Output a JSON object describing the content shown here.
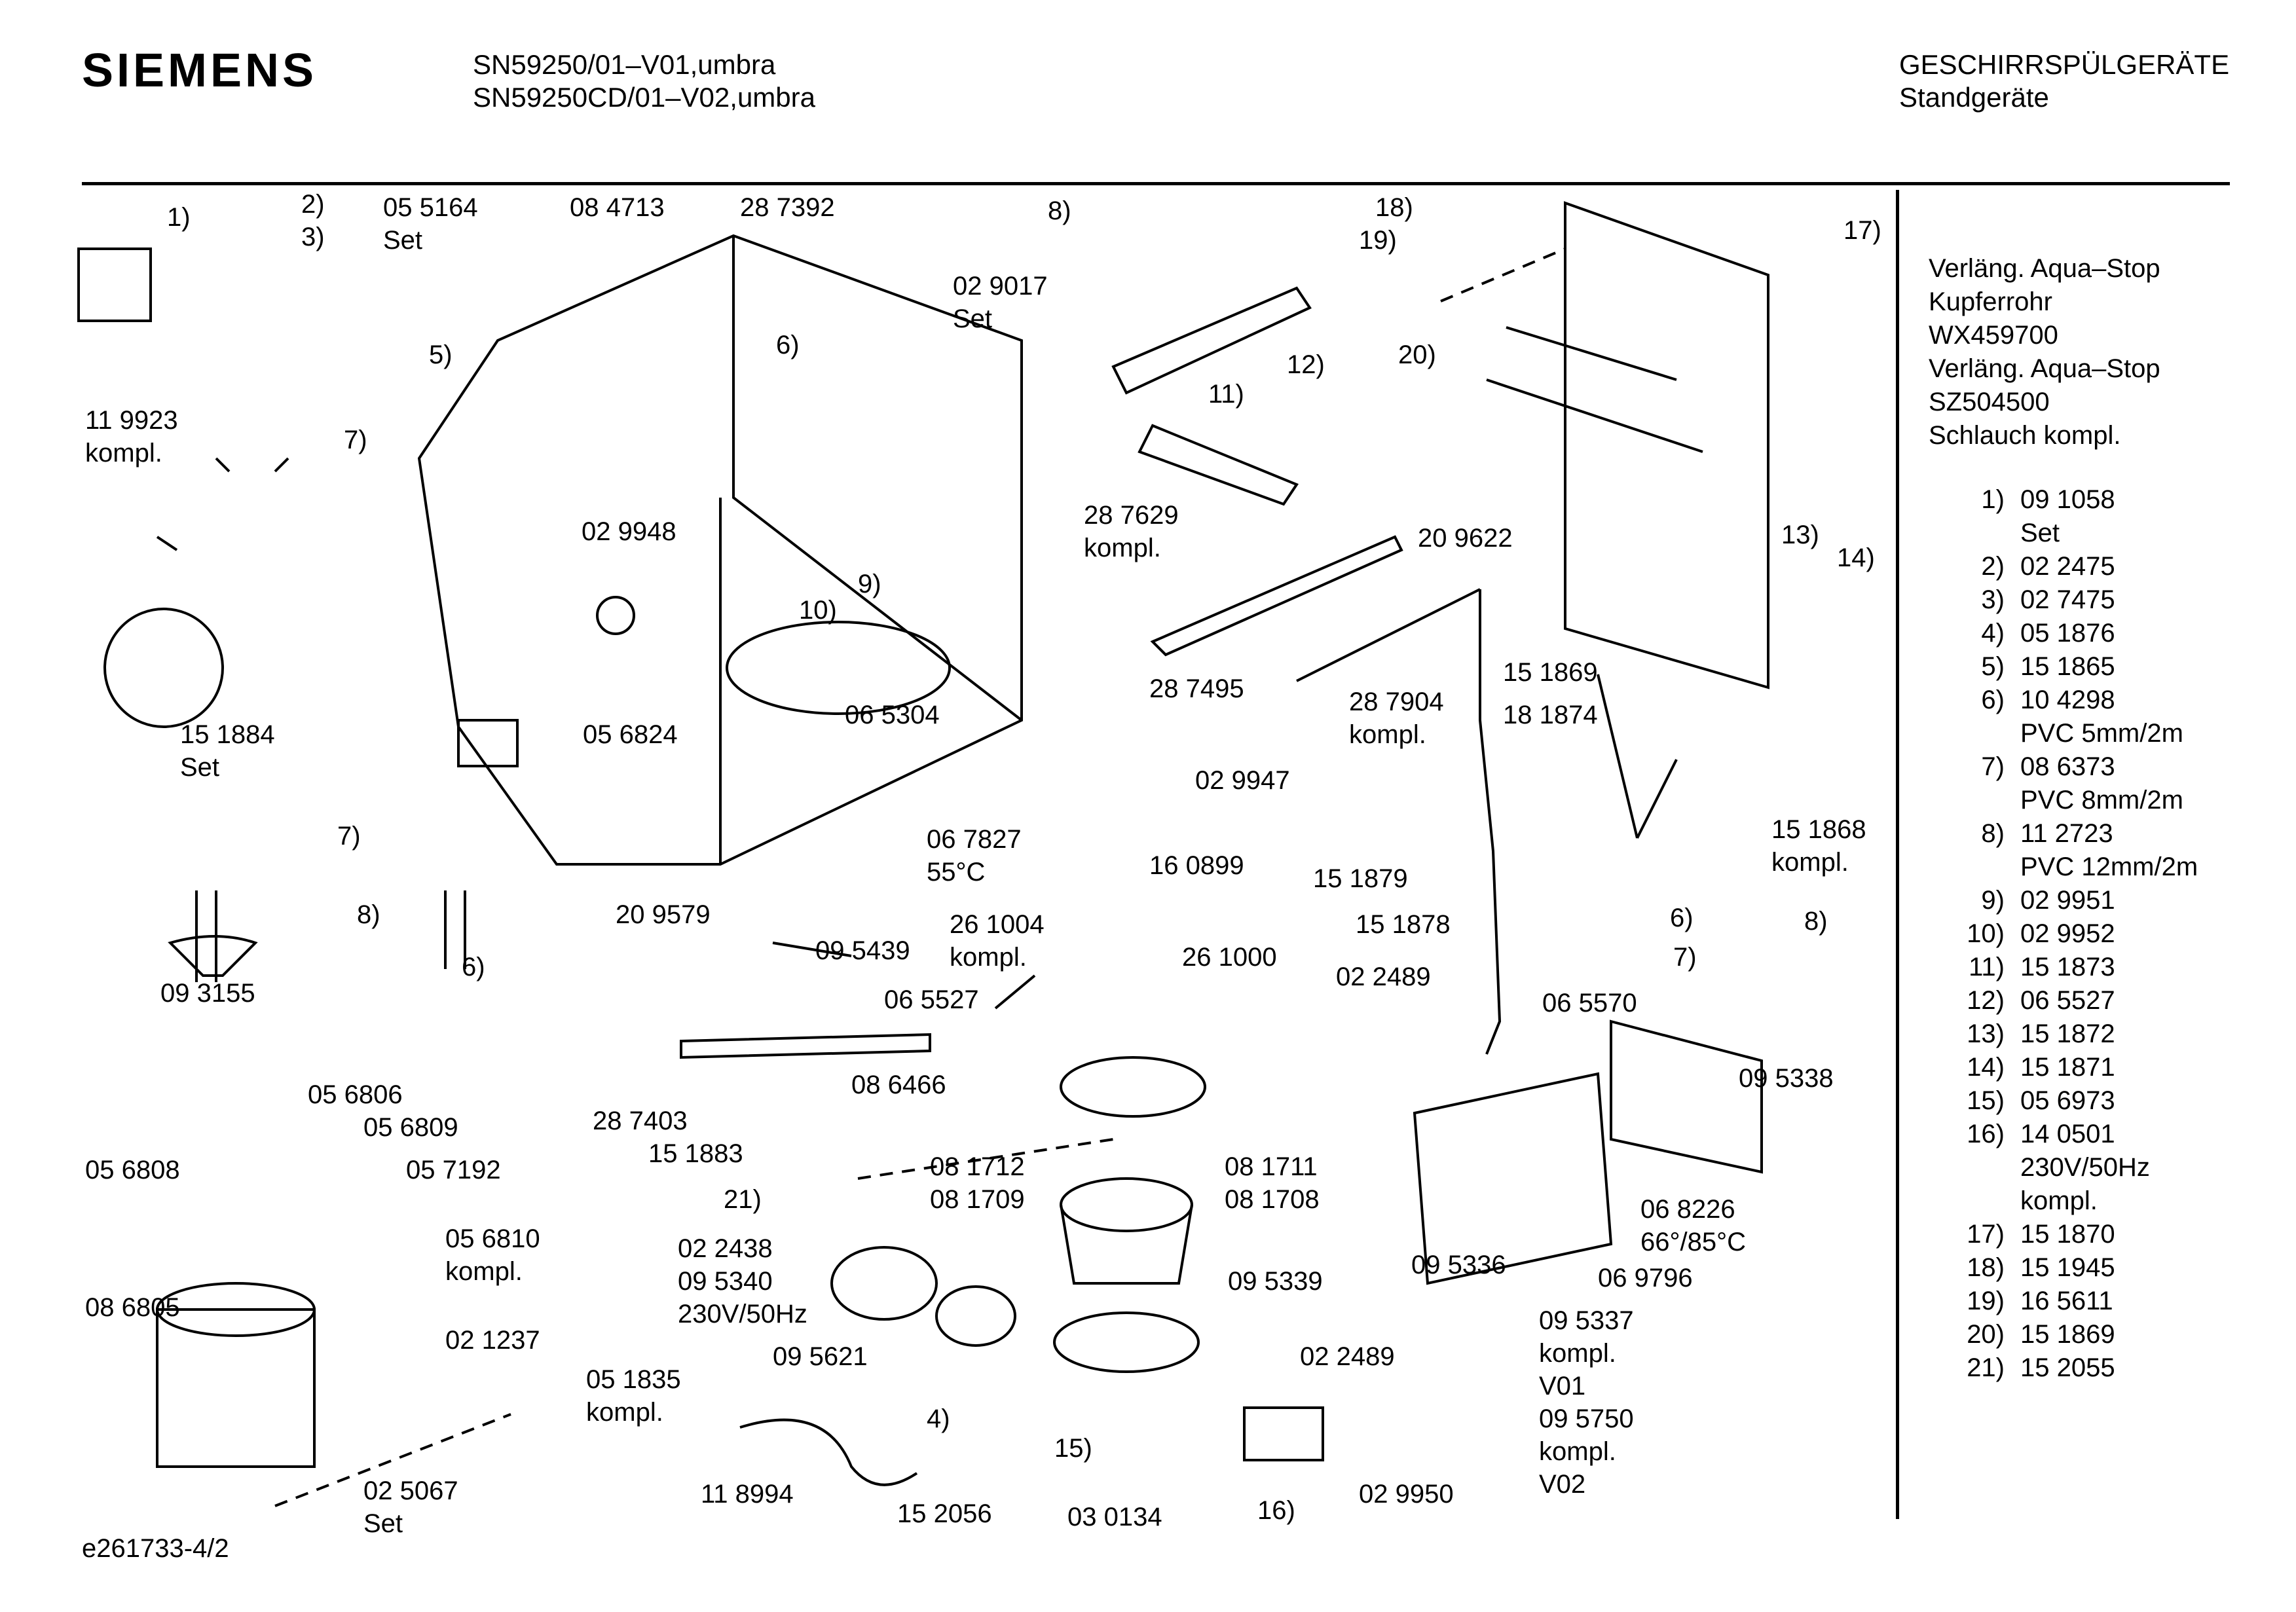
{
  "header": {
    "brand": "SIEMENS",
    "models": [
      "SN59250/01–V01,umbra",
      "SN59250CD/01–V02,umbra"
    ],
    "category": "GESCHIRRSPÜLGERÄTE",
    "subcategory": "Standgeräte"
  },
  "legend": {
    "notes": [
      "Verläng. Aqua–Stop",
      "Kupferrohr",
      "WX459700",
      "Verläng. Aqua–Stop",
      "SZ504500",
      "Schlauch kompl."
    ],
    "items": [
      {
        "n": "1)",
        "lines": [
          "09 1058",
          "Set"
        ]
      },
      {
        "n": "2)",
        "lines": [
          "02 2475"
        ]
      },
      {
        "n": "3)",
        "lines": [
          "02 7475"
        ]
      },
      {
        "n": "4)",
        "lines": [
          "05 1876"
        ]
      },
      {
        "n": "5)",
        "lines": [
          "15 1865"
        ]
      },
      {
        "n": "6)",
        "lines": [
          "10 4298",
          "PVC 5mm/2m"
        ]
      },
      {
        "n": "7)",
        "lines": [
          "08 6373",
          "PVC 8mm/2m"
        ]
      },
      {
        "n": "8)",
        "lines": [
          "11 2723",
          "PVC 12mm/2m"
        ]
      },
      {
        "n": "9)",
        "lines": [
          "02 9951"
        ]
      },
      {
        "n": "10)",
        "lines": [
          "02 9952"
        ]
      },
      {
        "n": "11)",
        "lines": [
          "15 1873"
        ]
      },
      {
        "n": "12)",
        "lines": [
          "06 5527"
        ]
      },
      {
        "n": "13)",
        "lines": [
          "15 1872"
        ]
      },
      {
        "n": "14)",
        "lines": [
          "15 1871"
        ]
      },
      {
        "n": "15)",
        "lines": [
          "05 6973"
        ]
      },
      {
        "n": "16)",
        "lines": [
          "14 0501",
          "230V/50Hz",
          "kompl."
        ]
      },
      {
        "n": "17)",
        "lines": [
          "15 1870"
        ]
      },
      {
        "n": "18)",
        "lines": [
          "15 1945"
        ]
      },
      {
        "n": "19)",
        "lines": [
          "16 5611"
        ]
      },
      {
        "n": "20)",
        "lines": [
          "15 1869"
        ]
      },
      {
        "n": "21)",
        "lines": [
          "15 2055"
        ]
      }
    ]
  },
  "diagram_labels": [
    "1)",
    "2)",
    "3)",
    "05 5164",
    "Set",
    "08 4713",
    "28 7392",
    "8)",
    "02 9017",
    "Set",
    "11 9923",
    "kompl.",
    "5)",
    "6)",
    "7)",
    "02 9948",
    "10)",
    "9)",
    "15 1884",
    "Set",
    "05 6824",
    "06 5304",
    "7)",
    "8)",
    "20 9579",
    "6)",
    "09 3155",
    "06 7827",
    "55°C",
    "09 5439",
    "26 1004",
    "kompl.",
    "16 0899",
    "26 1000",
    "06 5527",
    "28 7403",
    "08 6466",
    "15 1883",
    "21)",
    "08 1712",
    "08 1711",
    "08 1709",
    "08 1708",
    "05 6806",
    "05 6809",
    "05 6808",
    "05 7192",
    "05 6810",
    "kompl.",
    "02 1237",
    "08 6805",
    "05 1835",
    "kompl.",
    "02 5067",
    "Set",
    "02 2438",
    "09 5340",
    "230V/50Hz",
    "09 5621",
    "4)",
    "15)",
    "11 8994",
    "15 2056",
    "03 0134",
    "16)",
    "02 9950",
    "09 5339",
    "02 2489",
    "18)",
    "19)",
    "20)",
    "12)",
    "11)",
    "28 7629",
    "kompl.",
    "20 9622",
    "17)",
    "13)",
    "14)",
    "28 7495",
    "02 9947",
    "28 7904",
    "kompl.",
    "15 1869",
    "18 1874",
    "15 1868",
    "kompl.",
    "15 1879",
    "15 1878",
    "6)",
    "8)",
    "7)",
    "02 2489",
    "06 5570",
    "09 5338",
    "06 8226",
    "66°/85°C",
    "09 5336",
    "06 9796",
    "09 5337",
    "kompl.",
    "V01",
    "09 5750",
    "kompl.",
    "V02"
  ],
  "footer": {
    "drawing_id": "e261733-4/2"
  }
}
